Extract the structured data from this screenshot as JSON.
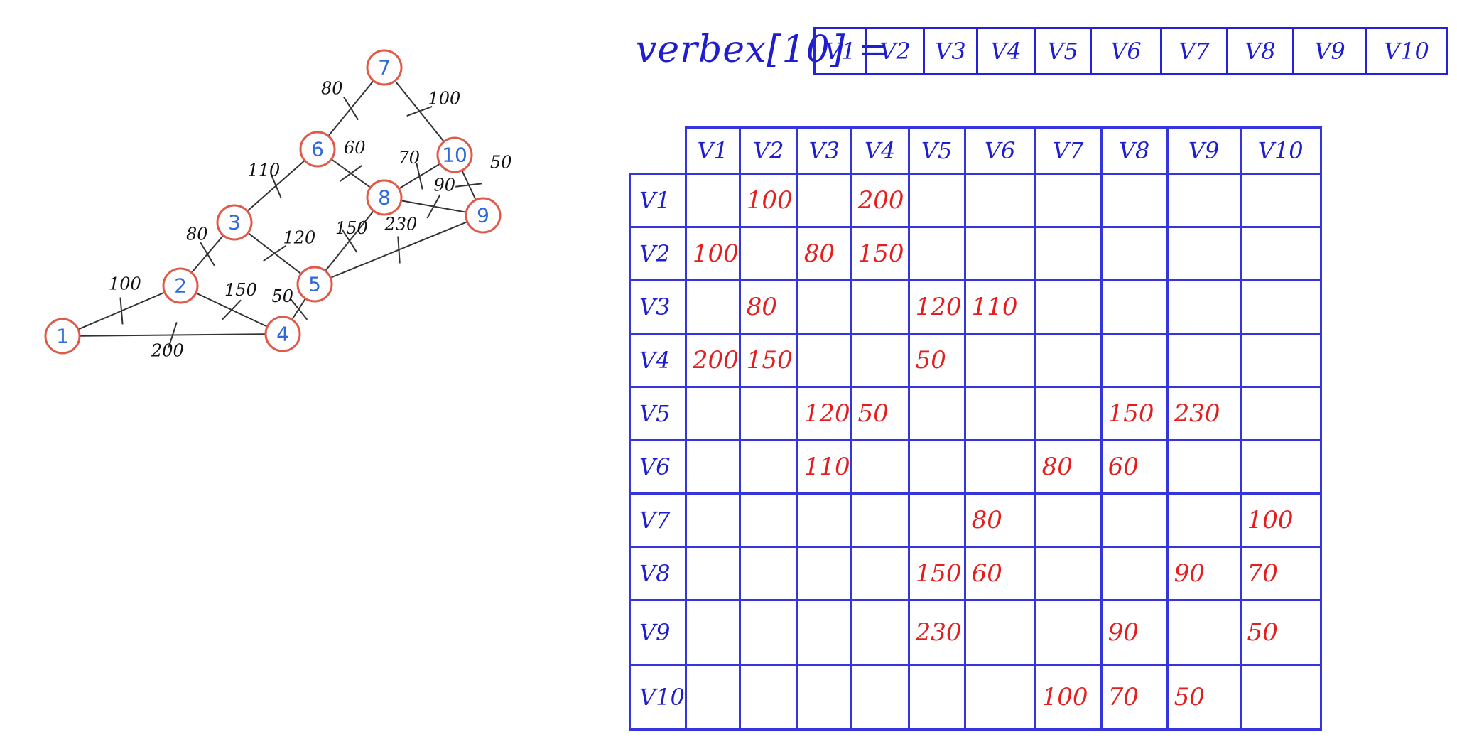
{
  "graph": {
    "nodes": [
      "1",
      "2",
      "3",
      "4",
      "5",
      "6",
      "7",
      "8",
      "9",
      "10"
    ],
    "edges": [
      {
        "from": "1",
        "to": "2",
        "weight": "100"
      },
      {
        "from": "1",
        "to": "4",
        "weight": "200"
      },
      {
        "from": "2",
        "to": "3",
        "weight": "80"
      },
      {
        "from": "2",
        "to": "4",
        "weight": "150"
      },
      {
        "from": "3",
        "to": "5",
        "weight": "120"
      },
      {
        "from": "3",
        "to": "6",
        "weight": "110"
      },
      {
        "from": "4",
        "to": "5",
        "weight": "50"
      },
      {
        "from": "5",
        "to": "8",
        "weight": "150"
      },
      {
        "from": "5",
        "to": "9",
        "weight": "230"
      },
      {
        "from": "6",
        "to": "7",
        "weight": "80"
      },
      {
        "from": "6",
        "to": "8",
        "weight": "60"
      },
      {
        "from": "7",
        "to": "10",
        "weight": "100"
      },
      {
        "from": "8",
        "to": "9",
        "weight": "90"
      },
      {
        "from": "8",
        "to": "10",
        "weight": "70"
      },
      {
        "from": "9",
        "to": "10",
        "weight": "50"
      }
    ]
  },
  "array": {
    "label": "verbex[10] =",
    "cells": [
      "V1",
      "V2",
      "V3",
      "V4",
      "V5",
      "V6",
      "V7",
      "V8",
      "V9",
      "V10"
    ]
  },
  "matrix": {
    "col_headers": [
      "V1",
      "V2",
      "V3",
      "V4",
      "V5",
      "V6",
      "V7",
      "V8",
      "V9",
      "V10"
    ],
    "row_headers": [
      "V1",
      "V2",
      "V3",
      "V4",
      "V5",
      "V6",
      "V7",
      "V8",
      "V9",
      "V10"
    ],
    "rows": [
      [
        "",
        "100",
        "",
        "200",
        "",
        "",
        "",
        "",
        "",
        ""
      ],
      [
        "100",
        "",
        "80",
        "150",
        "",
        "",
        "",
        "",
        "",
        ""
      ],
      [
        "",
        "80",
        "",
        "",
        "120",
        "110",
        "",
        "",
        "",
        ""
      ],
      [
        "200",
        "150",
        "",
        "",
        "50",
        "",
        "",
        "",
        "",
        ""
      ],
      [
        "",
        "",
        "120",
        "50",
        "",
        "",
        "",
        "150",
        "230",
        ""
      ],
      [
        "",
        "",
        "110",
        "",
        "",
        "",
        "80",
        "60",
        "",
        ""
      ],
      [
        "",
        "",
        "",
        "",
        "",
        "80",
        "",
        "",
        "",
        "100"
      ],
      [
        "",
        "",
        "",
        "",
        "150",
        "60",
        "",
        "",
        "90",
        "70"
      ],
      [
        "",
        "",
        "",
        "",
        "230",
        "",
        "",
        "90",
        "",
        "50"
      ],
      [
        "",
        "",
        "",
        "",
        "",
        "",
        "100",
        "70",
        "50",
        ""
      ]
    ]
  },
  "colors": {
    "node_stroke": "#e05a4a",
    "node_text": "#2f6ad9",
    "ink_blue": "#1e1ecf",
    "ink_red": "#e41e1e",
    "grid": "#3535dd"
  }
}
